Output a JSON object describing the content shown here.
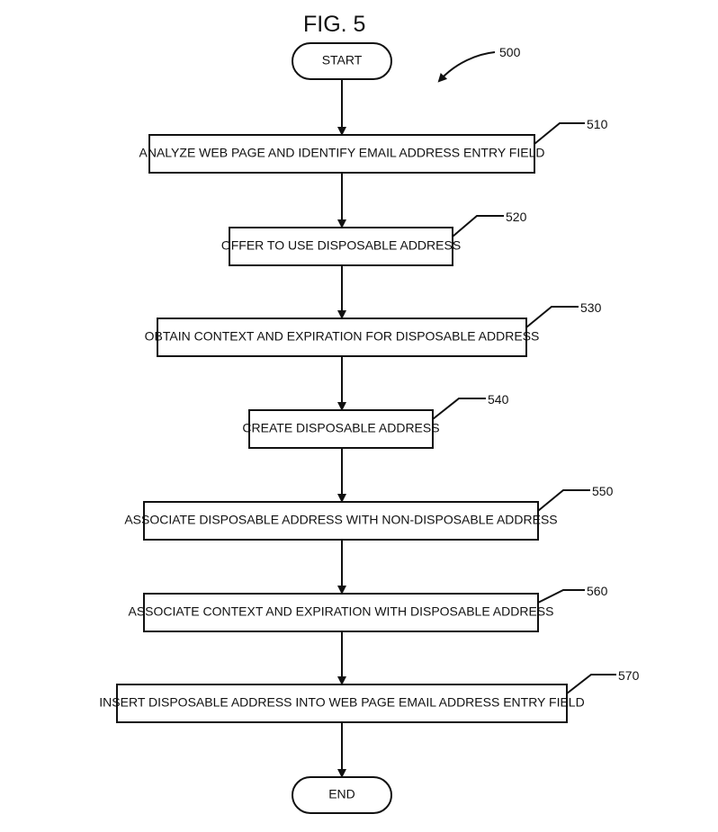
{
  "figure": {
    "title": "FIG. 5",
    "reference": "500"
  },
  "nodes": [
    {
      "id": "start",
      "label": "START",
      "ref": ""
    },
    {
      "id": "s510",
      "label": "ANALYZE WEB PAGE AND IDENTIFY EMAIL ADDRESS ENTRY FIELD",
      "ref": "510"
    },
    {
      "id": "s520",
      "label": "OFFER TO USE DISPOSABLE ADDRESS",
      "ref": "520"
    },
    {
      "id": "s530",
      "label": "OBTAIN CONTEXT AND EXPIRATION FOR DISPOSABLE ADDRESS",
      "ref": "530"
    },
    {
      "id": "s540",
      "label": "CREATE DISPOSABLE ADDRESS",
      "ref": "540"
    },
    {
      "id": "s550",
      "label": "ASSOCIATE DISPOSABLE ADDRESS WITH NON-DISPOSABLE ADDRESS",
      "ref": "550"
    },
    {
      "id": "s560",
      "label": "ASSOCIATE CONTEXT AND EXPIRATION WITH DISPOSABLE ADDRESS",
      "ref": "560"
    },
    {
      "id": "s570",
      "label": "INSERT DISPOSABLE ADDRESS INTO WEB PAGE EMAIL ADDRESS ENTRY FIELD",
      "ref": "570"
    },
    {
      "id": "end",
      "label": "END",
      "ref": ""
    }
  ]
}
